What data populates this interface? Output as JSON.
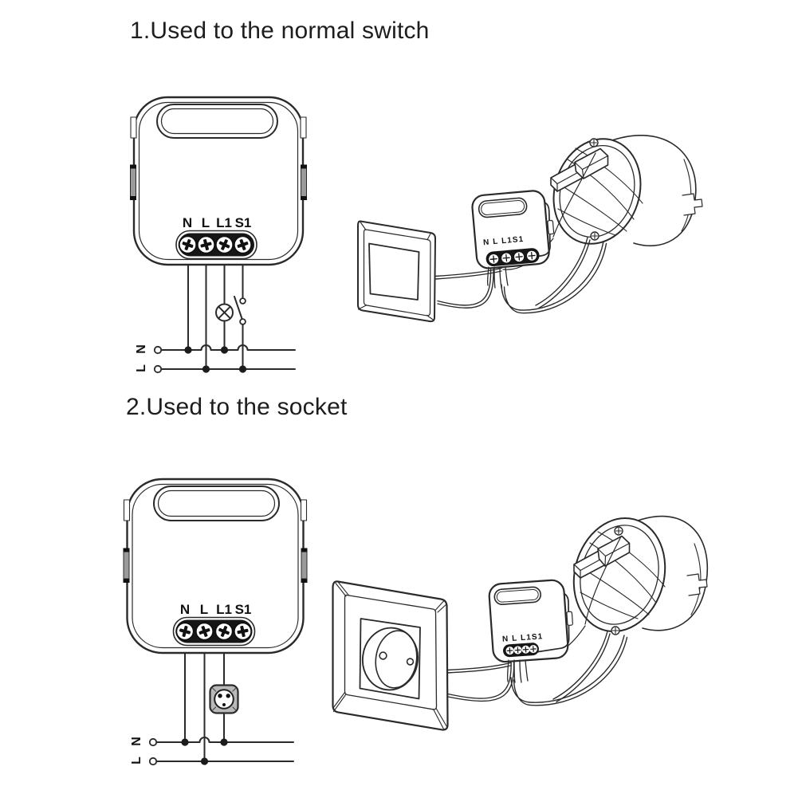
{
  "colors": {
    "line": "#2a2a2a",
    "text": "#1d1d1d",
    "terminal_block_fill": "#161616",
    "socket_symbol_fill": "#b9b9b9"
  },
  "sections": [
    {
      "heading": "1.Used to the normal switch",
      "module": {
        "terminals": [
          "N",
          "L",
          "L1",
          "S1"
        ]
      },
      "power_lines": {
        "neutral": "N",
        "live": "L"
      },
      "symbols": [
        "lamp",
        "switch"
      ],
      "illustration": {
        "module_terminals_label": "N L L1S1"
      }
    },
    {
      "heading": "2.Used to the socket",
      "module": {
        "terminals": [
          "N",
          "L",
          "L1",
          "S1"
        ]
      },
      "power_lines": {
        "neutral": "N",
        "live": "L"
      },
      "symbols": [
        "socket"
      ],
      "illustration": {
        "module_terminals_label": "N L L1S1"
      }
    }
  ]
}
